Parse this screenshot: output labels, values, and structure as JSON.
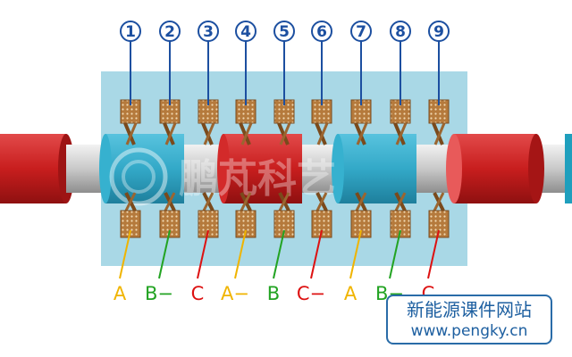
{
  "slots": [
    "①",
    "②",
    "③",
    "④",
    "⑤",
    "⑥",
    "⑦",
    "⑧",
    "⑨"
  ],
  "phases": [
    {
      "label": "A",
      "color": "#f0b400"
    },
    {
      "label": "B−",
      "color": "#22a322"
    },
    {
      "label": "C",
      "color": "#dd1111"
    },
    {
      "label": "A−",
      "color": "#f0b400"
    },
    {
      "label": "B",
      "color": "#22a322"
    },
    {
      "label": "C−",
      "color": "#dd1111"
    },
    {
      "label": "A",
      "color": "#f0b400"
    },
    {
      "label": "B−",
      "color": "#22a322"
    },
    {
      "label": "C",
      "color": "#dd1111"
    }
  ],
  "magnets": [
    "#36b1cf",
    "#d32a2a",
    "#36b1cf",
    "#d32a2a"
  ],
  "watermark": "鹏芃科艺",
  "brand": {
    "title": "新能源课件网站",
    "url": "www.pengky.cn"
  },
  "colors": {
    "stator": "#a9d8e6",
    "shaft": "#d6d6d6",
    "coil": "#b57a3c",
    "number": "#1c4fa0"
  }
}
